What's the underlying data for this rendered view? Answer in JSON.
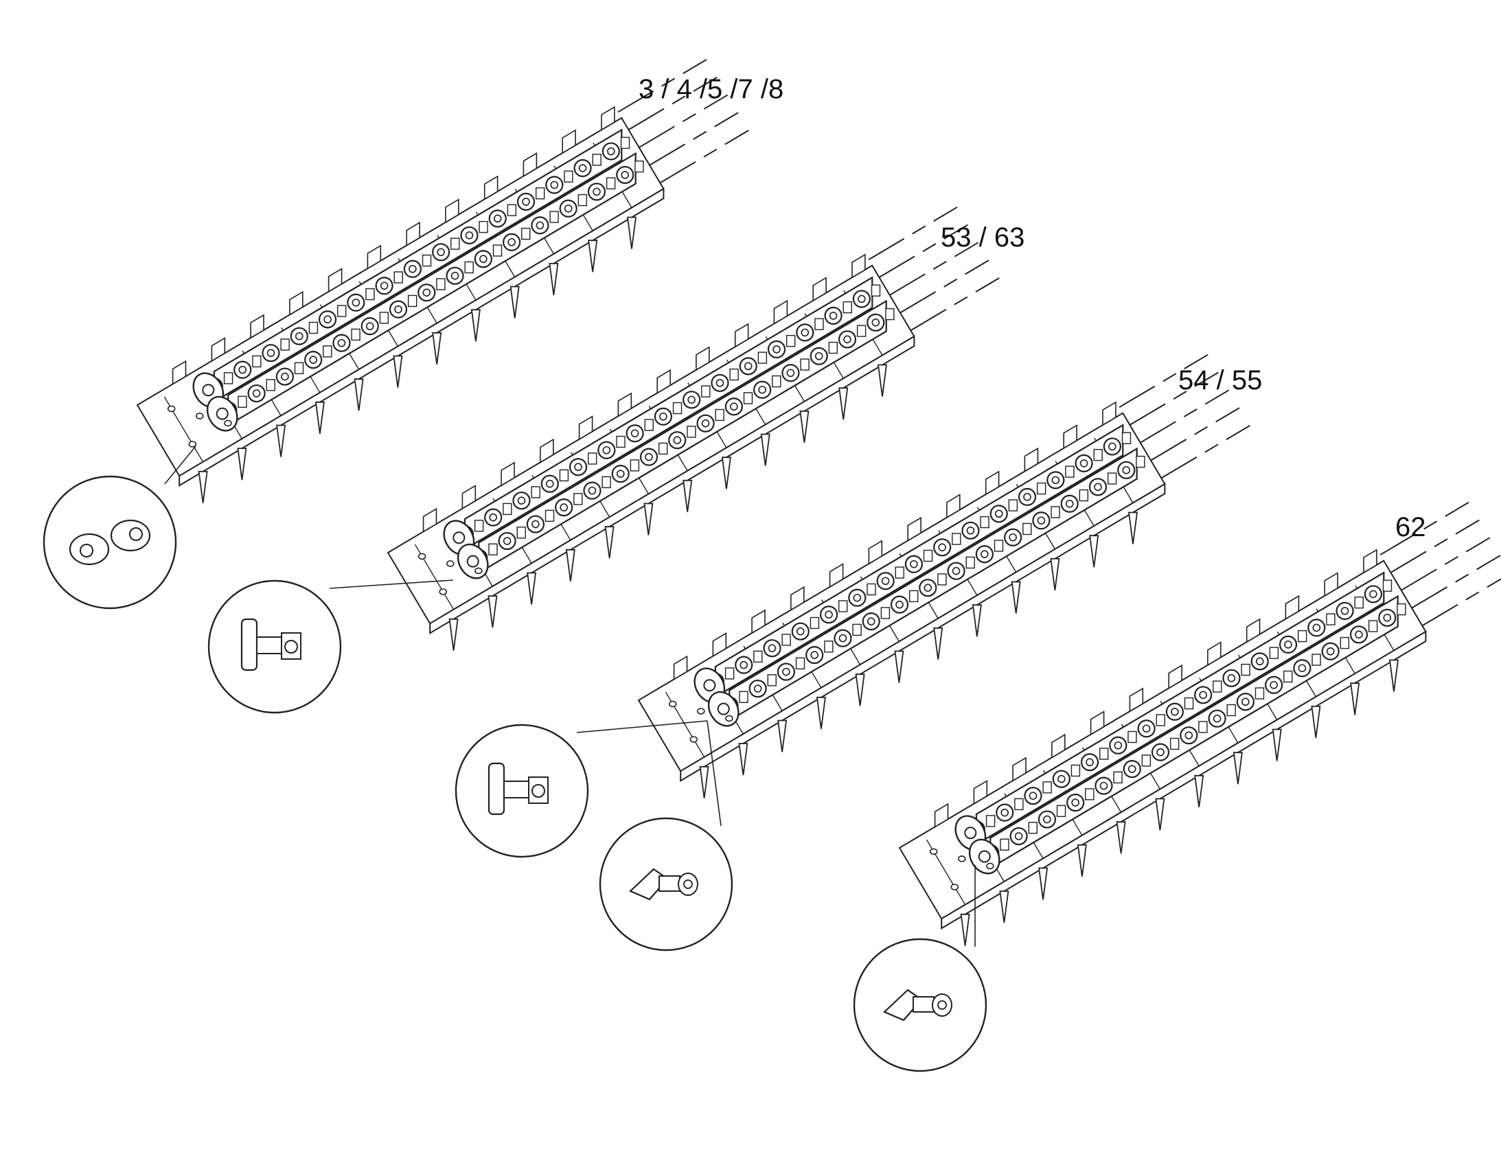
{
  "diagram": {
    "assemblies": [
      {
        "id": "a1",
        "label": "3 / 4 /5 /7 /8",
        "callouts": [
          "detail-offset-link"
        ]
      },
      {
        "id": "a2",
        "label": "53 / 63",
        "callouts": [
          "detail-bracket-attachment"
        ]
      },
      {
        "id": "a3",
        "label": "54 / 55",
        "callouts": [
          "detail-bracket-attachment",
          "detail-angle-attachment"
        ]
      },
      {
        "id": "a4",
        "label": "62",
        "callouts": [
          "detail-angle-attachment"
        ]
      }
    ],
    "colors": {
      "line": "#222222",
      "fill": "#ffffff"
    }
  }
}
